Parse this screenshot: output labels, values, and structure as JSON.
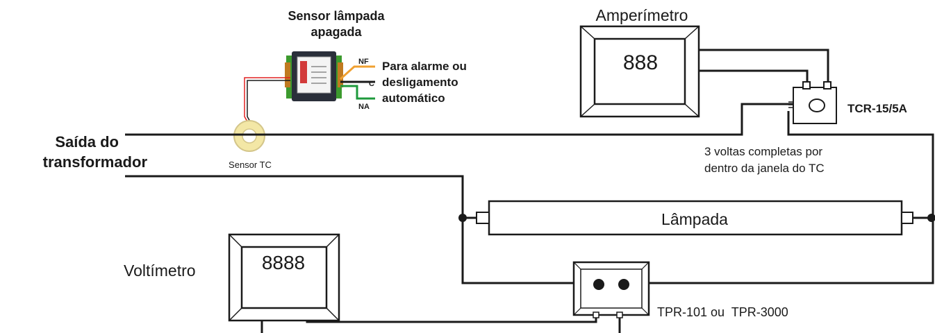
{
  "labels": {
    "sensor_title_line1": "Sensor lâmpada",
    "sensor_title_line2": "apagada",
    "nf": "NF",
    "c": "C",
    "na": "NA",
    "alarm_line1": "Para alarme ou",
    "alarm_line2": "desligamento",
    "alarm_line3": "automático",
    "sensor_tc": "Sensor TC",
    "source_line1": "Saída do",
    "source_line2": "transformador",
    "ammeter_title": "Amperímetro",
    "ammeter_display": "888",
    "tcr": "TCR-15/5A",
    "turns_line1": "3 voltas completas por",
    "turns_line2": "dentro da janela do TC",
    "lamp": "Lâmpada",
    "voltmeter_title": "Voltímetro",
    "voltmeter_display": "8888",
    "tpr": "TPR-101 ou  TPR-3000"
  },
  "colors": {
    "wire": "#1a1a1a",
    "nf_wire": "#f0a030",
    "na_wire": "#1e9a3c",
    "sensor_red_wire": "#e02020",
    "tc_ring": "#f3e7a6",
    "relay_board": "#3c9a2e",
    "relay_body": "#2a2f3a"
  }
}
